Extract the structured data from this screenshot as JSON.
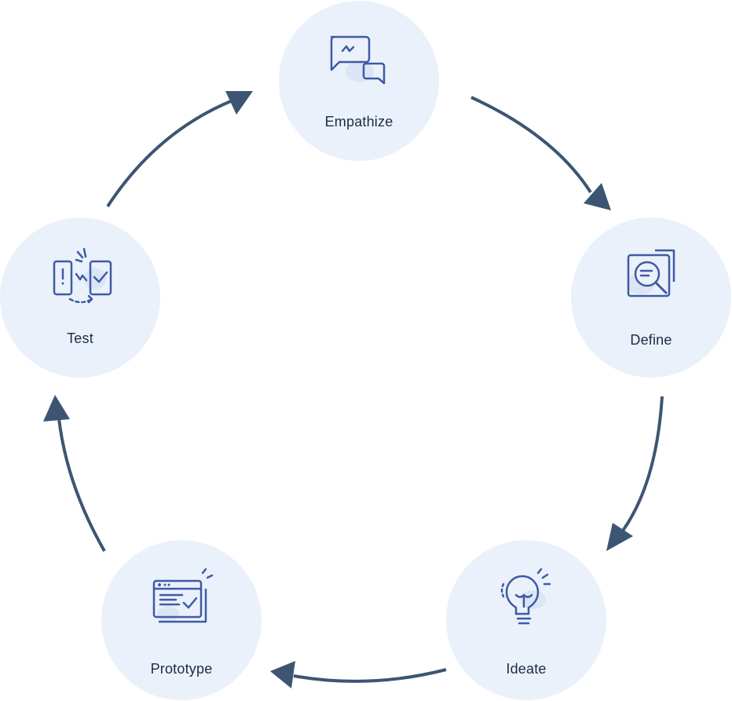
{
  "diagram": {
    "stages": [
      {
        "id": "empathize",
        "label": "Empathize",
        "icon": "chat-bubbles-icon"
      },
      {
        "id": "define",
        "label": "Define",
        "icon": "magnifier-document-icon"
      },
      {
        "id": "ideate",
        "label": "Ideate",
        "icon": "lightbulb-icon"
      },
      {
        "id": "prototype",
        "label": "Prototype",
        "icon": "browser-window-check-icon"
      },
      {
        "id": "test",
        "label": "Test",
        "icon": "device-test-icon"
      }
    ],
    "flow": [
      {
        "from": "empathize",
        "to": "define"
      },
      {
        "from": "define",
        "to": "ideate"
      },
      {
        "from": "ideate",
        "to": "prototype"
      },
      {
        "from": "prototype",
        "to": "test"
      },
      {
        "from": "test",
        "to": "empathize"
      }
    ],
    "colors": {
      "node_fill": "#eaf1fa",
      "icon_stroke": "#3f5aa6",
      "icon_accent": "#dbe5f5",
      "arrow": "#3d5573",
      "label": "#1d2b44"
    }
  }
}
